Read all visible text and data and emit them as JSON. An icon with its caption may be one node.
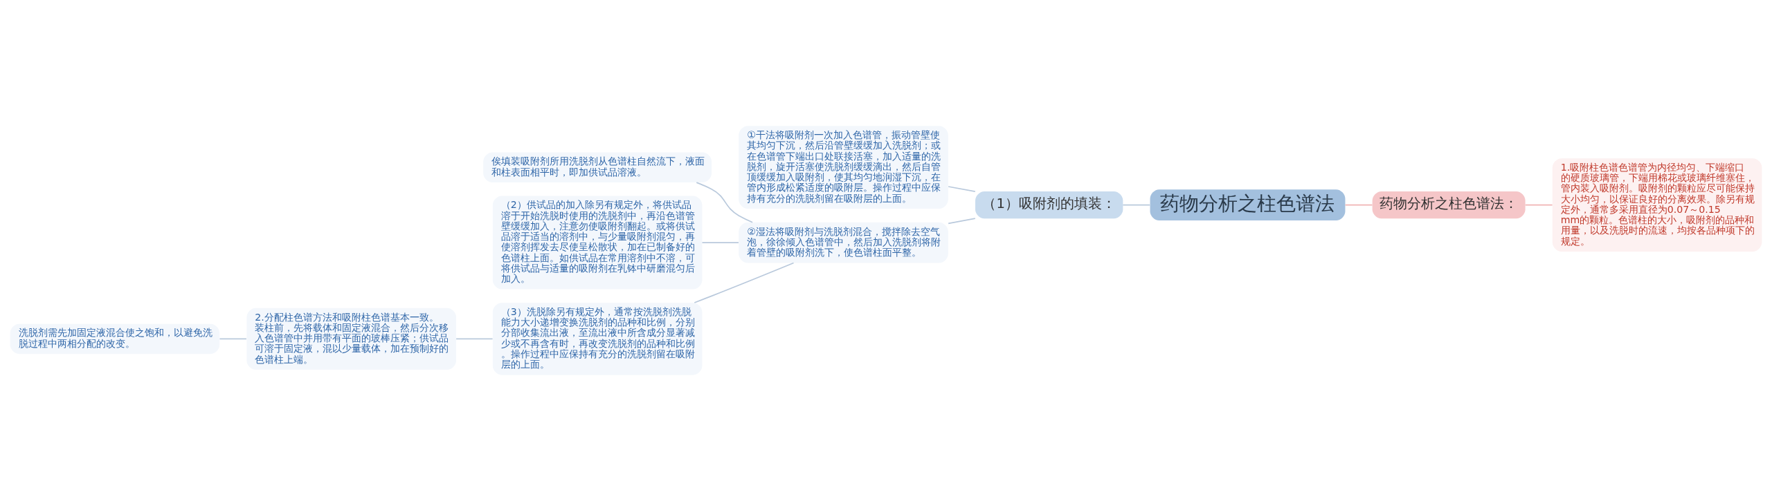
{
  "diagram": {
    "nodes": [
      {
        "text": [
          "药物分析之柱色谱法"
        ]
      },
      {
        "text": [
          "药物分析之柱色谱法："
        ]
      },
      {
        "text": [
          "1.吸附柱色谱色谱管为内径均匀、下端缩口的硬质玻璃管，下端用棉花或玻璃纤维塞住，管内装入吸附剂。吸附剂的颗粒应尽可能保持大小均匀，以保证良好的分离效果。除另有规定外，通常多采用直径为0.07～0.15mm的颗粒。色谱柱的大小，吸附剂的品种和用量，以及洗脱时的流速，均按各品种项下的规定。"
        ]
      },
      {
        "text": [
          "（1）吸附剂的填装："
        ]
      },
      {
        "text": [
          "①干法将吸附剂一次加入色谱管，振动管壁使其均匀下沉，然后沿管壁缓缓加入洗脱剂；或在色谱管下端出口处联接活塞，加入适量的洗脱剂，旋开活塞使洗脱剂缓缓滴出，然后自管顶缓缓加入吸附剂，使其均匀地润湿下沉，在管内形成松紧适度的吸附层。操作过程中应保持有充分的洗脱剂留在吸附层的上面。"
        ]
      },
      {
        "text": [
          "②湿法将吸附剂与洗脱剂混合，搅拌除去空气泡，徐徐倾入色谱管中，然后加入洗脱剂将附着管壁的吸附剂洗下，使色谱柱面平整。"
        ]
      },
      {
        "text": [
          "俟填装吸附剂所用洗脱剂从色谱柱自然流下，液面和柱表面相平时，即加供试品溶液。"
        ]
      },
      {
        "text": [
          "（2）供试品的加入除另有规定外，将供试品溶于开始洗脱时使用的洗脱剂中，再沿色谱管壁缓缓加入，注意勿使吸附剂翻起。或将供试品溶于适当的溶剂中，与少量吸附剂混匀，再使溶剂挥发去尽使呈松散状，加在已制备好的色谱柱上面。如供试品在常用溶剂中不溶，可将供试品与适量的吸附剂在乳钵中研磨混匀后加入。"
        ]
      },
      {
        "text": [
          "（3）洗脱除另有规定外，通常按洗脱剂洗脱能力大小递增变换洗脱剂的品种和比例，分别分部收集流出液，至流出液中所含成分显著减少或不再含有时，再改变洗脱剂的品种和比例。操作过程中应保持有充分的洗脱剂留在吸附层的上面。"
        ]
      },
      {
        "text": [
          "2.分配柱色谱方法和吸附柱色谱基本一致。装柱前，先将载体和固定液混合，然后分次移入色谱管中并用带有平面的玻棒压紧；供试品可溶于固定液，混以少量载体，加在预制好的色谱柱上端。"
        ]
      },
      {
        "text": [
          "洗脱剂需先加固定液混合使之饱和，以避免洗脱过程中两相分配的改变。"
        ]
      }
    ],
    "edges": [
      {
        "from": 0,
        "to": 1,
        "arrow": "none",
        "color": "#f0b4b4"
      },
      {
        "from": 1,
        "to": 2,
        "arrow": "none",
        "color": "#f0b4b4"
      },
      {
        "from": 0,
        "to": 3,
        "arrow": "none"
      },
      {
        "from": 3,
        "to": 4,
        "arrow": "none"
      },
      {
        "from": 3,
        "to": 5,
        "arrow": "none"
      },
      {
        "from": 5,
        "to": 6,
        "arrow": "none"
      },
      {
        "from": 5,
        "to": 7,
        "arrow": "none"
      },
      {
        "from": 5,
        "to": 8,
        "arrow": "none"
      },
      {
        "from": 8,
        "to": 9,
        "arrow": "none"
      },
      {
        "from": 9,
        "to": 10,
        "arrow": "none"
      }
    ]
  }
}
